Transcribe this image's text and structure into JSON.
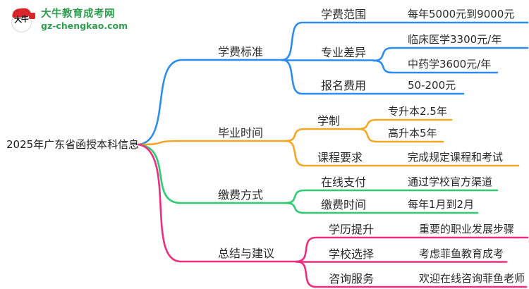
{
  "logo": {
    "seal_chars": "大牛",
    "site_name": "大牛教育成考网",
    "site_url": "gz-chengkao.com"
  },
  "root": "2025年广东省函授本科信息",
  "colors": {
    "blue": "#2d8cf0",
    "orange": "#f5a623",
    "green": "#2ecc71",
    "pink": "#ed2d7f",
    "brand_green": "#2f9e4e",
    "logo_red": "#d8262c",
    "text": "#2b2b2b"
  },
  "branches": [
    {
      "label": "学费标准",
      "color": "#2d8cf0",
      "children": [
        {
          "label": "学费范围",
          "value": "每年5000元到9000元"
        },
        {
          "label": "专业差异",
          "values": [
            "临床医学3300元/年",
            "中药学3600元/年"
          ]
        },
        {
          "label": "报名费用",
          "value": "50-200元"
        }
      ]
    },
    {
      "label": "毕业时间",
      "color": "#f5a623",
      "children": [
        {
          "label": "学制",
          "values": [
            "专升本2.5年",
            "高升本5年"
          ]
        },
        {
          "label": "课程要求",
          "value": "完成规定课程和考试"
        }
      ]
    },
    {
      "label": "缴费方式",
      "color": "#2ecc71",
      "children": [
        {
          "label": "在线支付",
          "value": "通过学校官方渠道"
        },
        {
          "label": "缴费时间",
          "value": "每年1月到2月"
        }
      ]
    },
    {
      "label": "总结与建议",
      "color": "#ed2d7f",
      "children": [
        {
          "label": "学历提升",
          "value": "重要的职业发展步骤"
        },
        {
          "label": "学校选择",
          "value": "考虑菲鱼教育成考"
        },
        {
          "label": "咨询服务",
          "value": "欢迎在线咨询菲鱼老师"
        }
      ]
    }
  ]
}
